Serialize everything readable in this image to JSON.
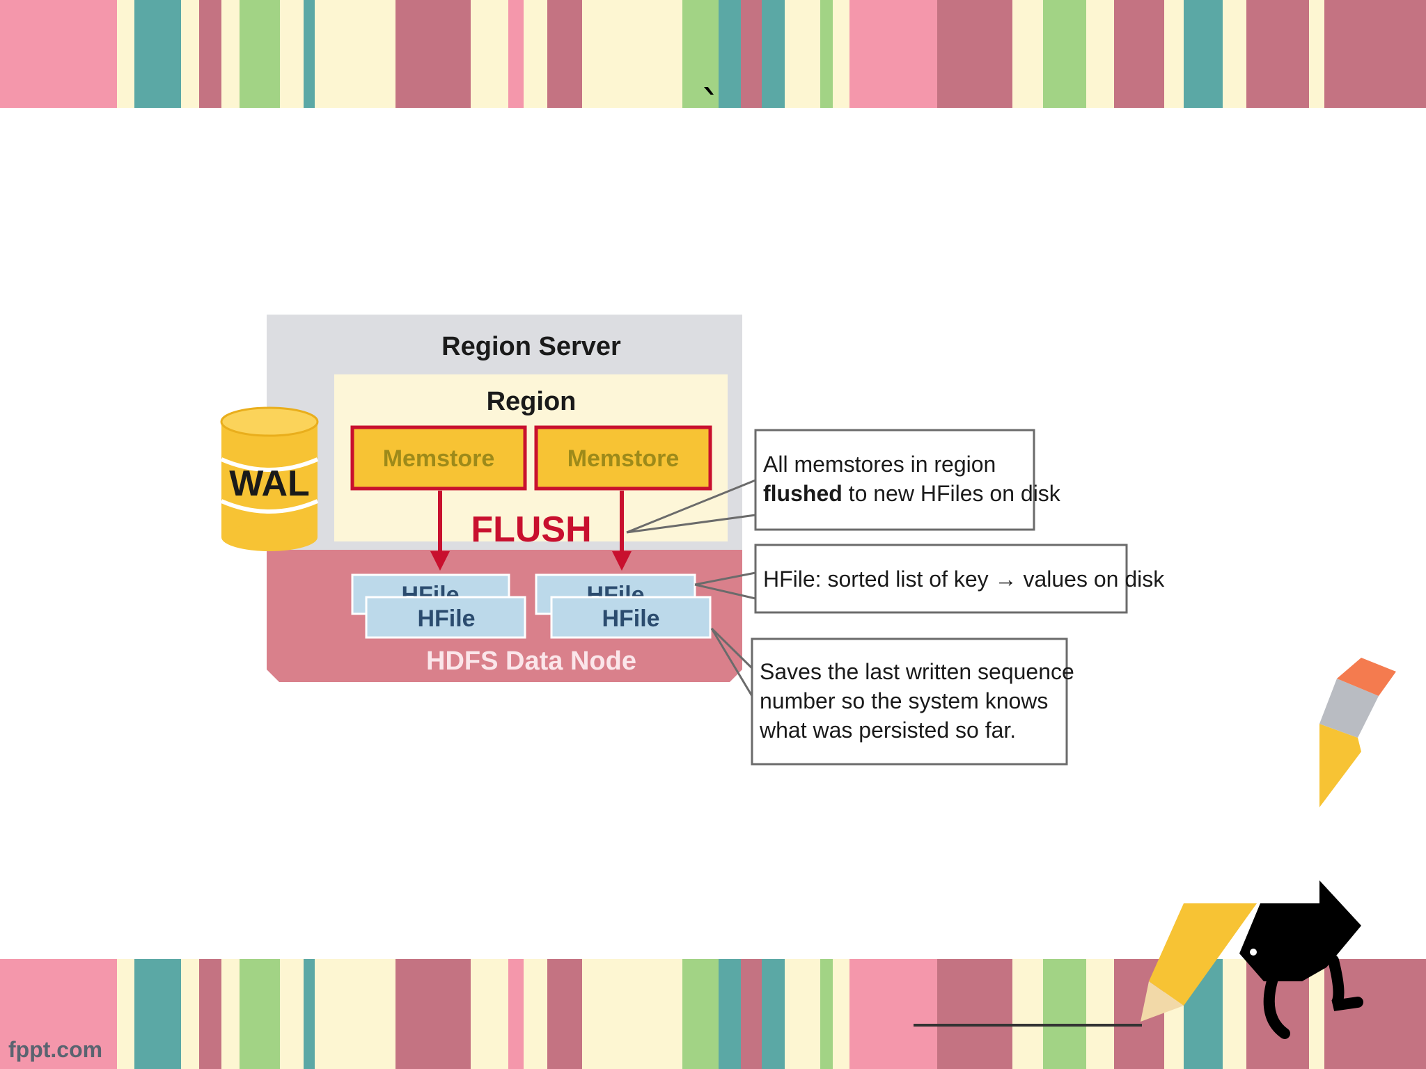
{
  "slide": {
    "title_mark": "`",
    "footer_brand": "fppt.com"
  },
  "diagram": {
    "region_server": "Region Server",
    "region": "Region",
    "wal": "WAL",
    "memstores": [
      "Memstore",
      "Memstore"
    ],
    "flush": "FLUSH",
    "hfiles": [
      "HFile",
      "HFile",
      "HFile",
      "HFile"
    ],
    "data_node": "HDFS Data Node",
    "callouts": {
      "flush_plain_1": "All memstores in region",
      "flush_bold": "flushed",
      "flush_plain_2": " to new HFiles on disk",
      "hfile": "HFile: sorted list of key → values on disk",
      "sequence_line1": "Saves the last written sequence",
      "sequence_line2": "number so the system knows",
      "sequence_line3": "what was persisted so far."
    }
  },
  "colors": {
    "stripe_pink": "#f497ab",
    "stripe_teal": "#5ba8a5",
    "stripe_mauve": "#c47382",
    "stripe_green": "#a2d385",
    "stripe_cream": "#fdf6d2",
    "server_gray": "#dcdde1",
    "region_cream": "#fdf6d8",
    "memstore_yellow": "#f7c334",
    "memstore_border": "#c8102e",
    "datanode_red": "#d9808b",
    "hfile_blue": "#bcd9ea"
  }
}
